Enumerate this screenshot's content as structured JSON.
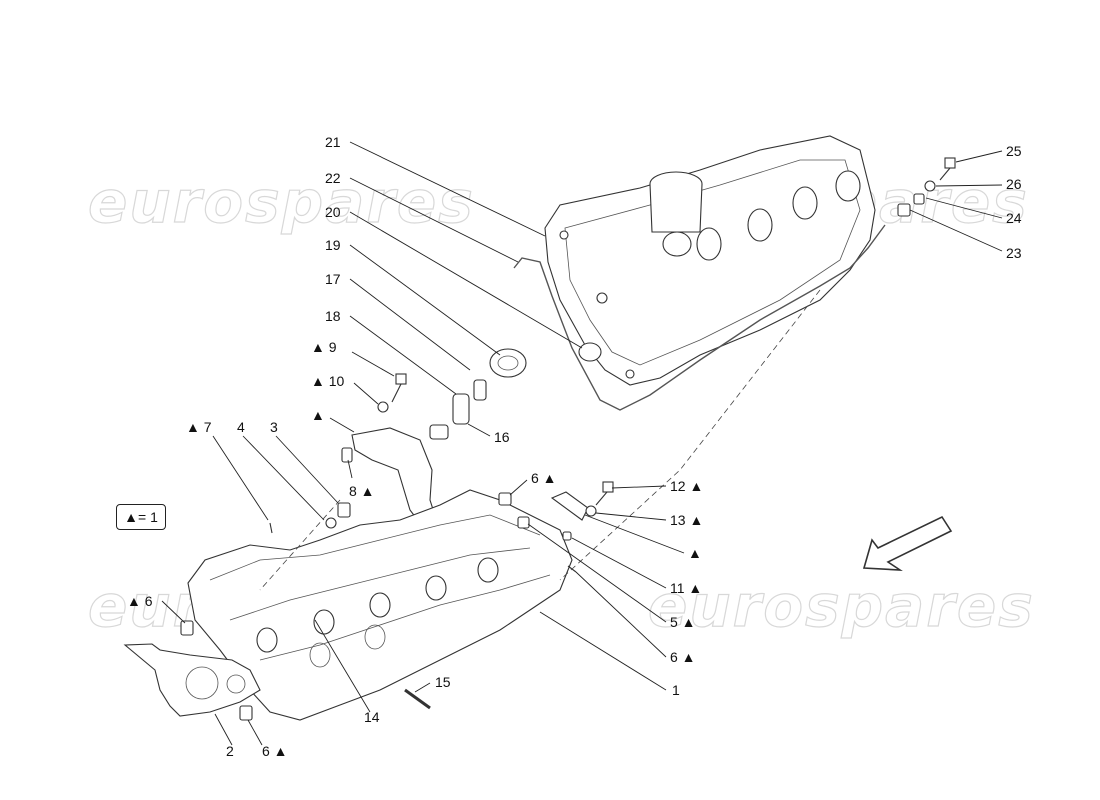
{
  "watermark": {
    "text": "eurospares"
  },
  "legend": {
    "text": "▲= 1"
  },
  "labels": {
    "l21": "21",
    "l22": "22",
    "l20": "20",
    "l19": "19",
    "l17": "17",
    "l18": "18",
    "l9": "▲ 9",
    "l10": "▲ 10",
    "ltri": "▲",
    "l16": "16",
    "l7": "▲ 7",
    "l4": "4",
    "l3": "3",
    "l8": "8 ▲",
    "l6a": "6 ▲",
    "l12": "12 ▲",
    "l13": "13 ▲",
    "ltri2": "▲",
    "l11": "11 ▲",
    "l5": "5 ▲",
    "l6b": "6 ▲",
    "l1": "1",
    "l6c": "▲ 6",
    "l15": "15",
    "l14": "14",
    "l2": "2",
    "l6d": "6 ▲",
    "l25": "25",
    "l26": "26",
    "l24": "24",
    "l23": "23"
  }
}
